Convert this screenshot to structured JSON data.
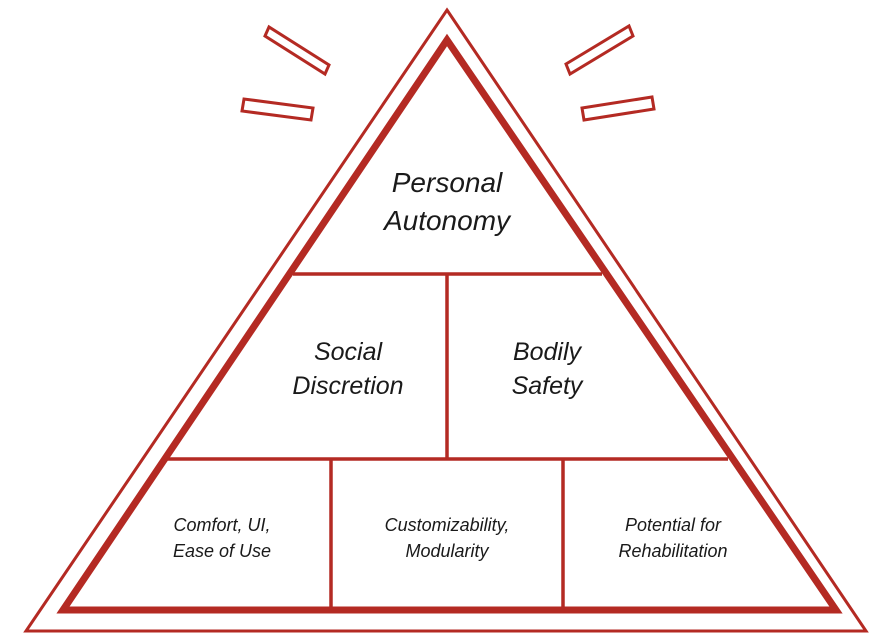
{
  "colors": {
    "stroke": "#b42a23",
    "text": "#1a1a1a",
    "background": "#ffffff"
  },
  "pyramid": {
    "top": {
      "line1": "Personal",
      "line2": "Autonomy"
    },
    "middle": {
      "left": {
        "line1": "Social",
        "line2": "Discretion"
      },
      "right": {
        "line1": "Bodily",
        "line2": "Safety"
      }
    },
    "bottom": {
      "left": {
        "line1": "Comfort, UI,",
        "line2": "Ease of Use"
      },
      "center": {
        "line1": "Customizability,",
        "line2": "Modularity"
      },
      "right": {
        "line1": "Potential for",
        "line2": "Rehabilitation"
      }
    }
  }
}
